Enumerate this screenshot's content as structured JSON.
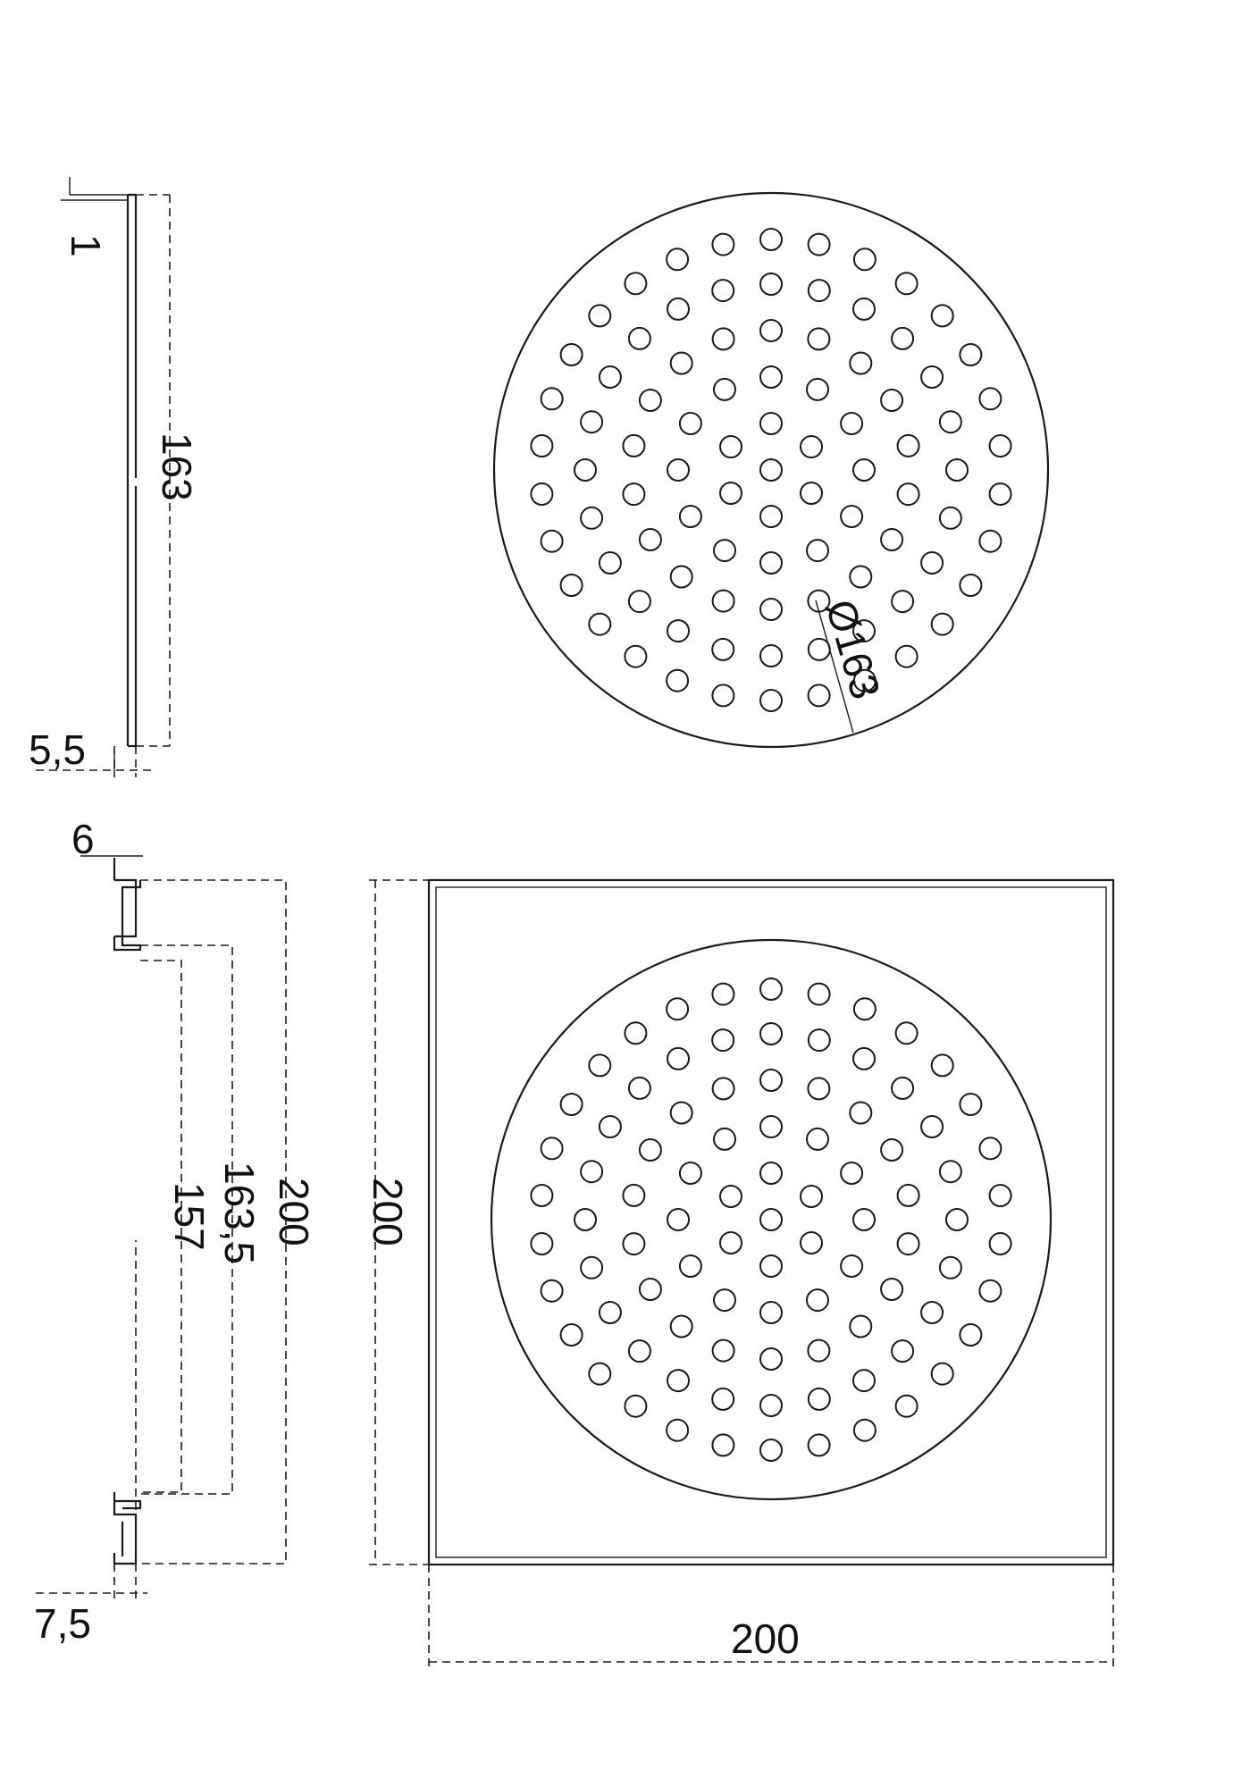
{
  "dimensions": {
    "top_flange": "1",
    "cover_height": "163",
    "cover_diameter": "Ø163",
    "cover_thickness": "5,5",
    "frame_flange": "6",
    "frame_inner": "157",
    "frame_seat": "163,5",
    "frame_outer": "200",
    "frame_height": "200",
    "frame_width": "200",
    "frame_base": "7,5"
  }
}
